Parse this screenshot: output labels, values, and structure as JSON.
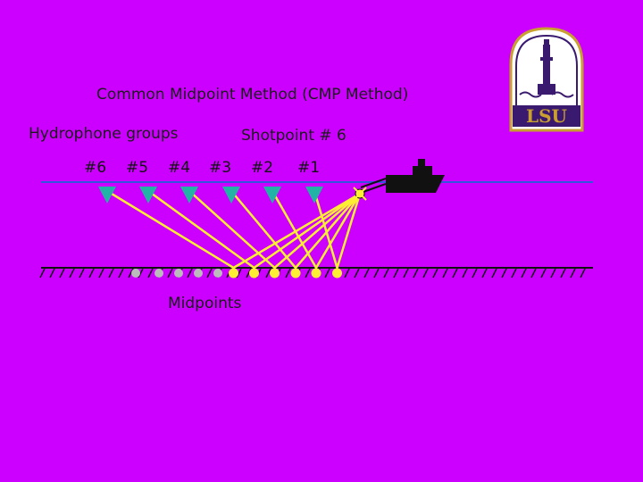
{
  "title": "Common Midpoint Method (CMP Method)",
  "hydrophone_label": "Hydrophone groups",
  "shotpoint_label": "Shotpoint # 6",
  "phone_labels": [
    "#6",
    "#5",
    "#4",
    "#3",
    "#2",
    "#1"
  ],
  "midpoints_label": "Midpoints",
  "logo_text": "LSU",
  "colors": {
    "background": "#cc00ff",
    "sea_line": "#3355dd",
    "hydrophone": "#22b3a6",
    "ray": "#ffee33",
    "midpoint_active": "#ffee33",
    "midpoint_inactive": "#bbbbbb",
    "ship": "#111111",
    "logo_gold": "#c8a030",
    "logo_purple": "#3a1a6e"
  },
  "icons": [
    "ship-icon",
    "hydrophone-icon",
    "lsu-logo"
  ]
}
